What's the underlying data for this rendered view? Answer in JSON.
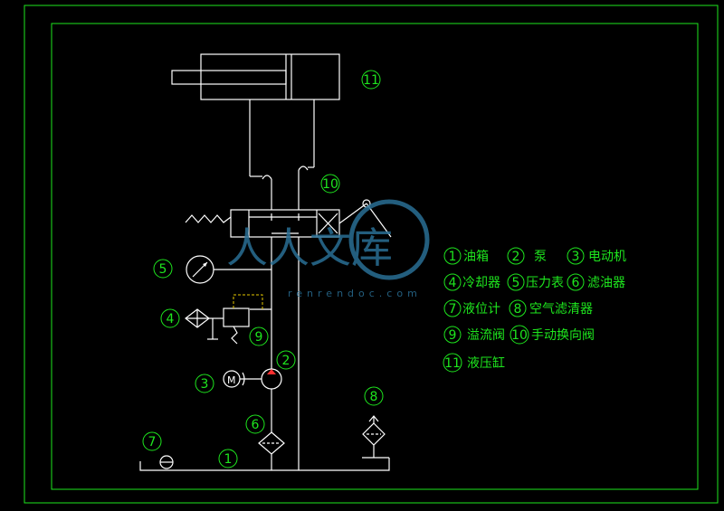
{
  "components": {
    "c1": "1",
    "c2": "2",
    "c3": "3",
    "c4": "4",
    "c5": "5",
    "c6": "6",
    "c7": "7",
    "c8": "8",
    "c9": "9",
    "c10": "10",
    "c11": "11"
  },
  "legend": [
    {
      "num": "1",
      "label": "油箱"
    },
    {
      "num": "2",
      "label": "泵"
    },
    {
      "num": "3",
      "label": "电动机"
    },
    {
      "num": "4",
      "label": "冷却器"
    },
    {
      "num": "5",
      "label": "压力表"
    },
    {
      "num": "6",
      "label": "滤油器"
    },
    {
      "num": "7",
      "label": "液位计"
    },
    {
      "num": "8",
      "label": "空气滤清器"
    },
    {
      "num": "9",
      "label": "溢流阀"
    },
    {
      "num": "10",
      "label": "手动换向阀"
    },
    {
      "num": "11",
      "label": "液压缸"
    }
  ],
  "watermark": {
    "text": "人人文库",
    "url": "renrendoc.com"
  },
  "colors": {
    "background": "#000000",
    "frame": "#1ee61e",
    "lines": "#ffffff",
    "watermark": "#2a6f95"
  }
}
